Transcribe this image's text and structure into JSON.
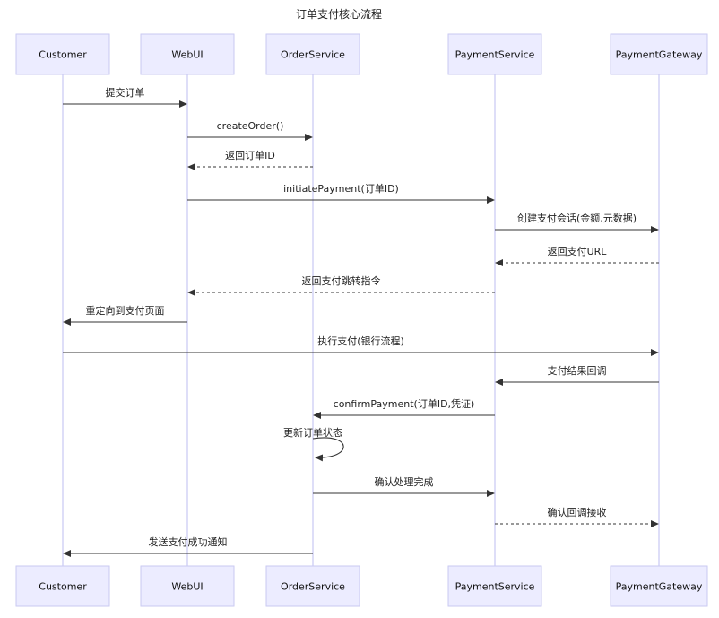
{
  "title": "订单支付核心流程",
  "participants": [
    {
      "id": "customer",
      "label": "Customer"
    },
    {
      "id": "webui",
      "label": "WebUI"
    },
    {
      "id": "order",
      "label": "OrderService"
    },
    {
      "id": "payment",
      "label": "PaymentService"
    },
    {
      "id": "gateway",
      "label": "PaymentGateway"
    }
  ],
  "messages": [
    {
      "from": "customer",
      "to": "webui",
      "label": "提交订单",
      "style": "solid"
    },
    {
      "from": "webui",
      "to": "order",
      "label": "createOrder()",
      "style": "solid"
    },
    {
      "from": "order",
      "to": "webui",
      "label": "返回订单ID",
      "style": "dashed"
    },
    {
      "from": "webui",
      "to": "payment",
      "label": "initiatePayment(订单ID)",
      "style": "solid"
    },
    {
      "from": "payment",
      "to": "gateway",
      "label": "创建支付会话(金额,元数据)",
      "style": "solid"
    },
    {
      "from": "gateway",
      "to": "payment",
      "label": "返回支付URL",
      "style": "dashed"
    },
    {
      "from": "payment",
      "to": "webui",
      "label": "返回支付跳转指令",
      "style": "dashed"
    },
    {
      "from": "webui",
      "to": "customer",
      "label": "重定向到支付页面",
      "style": "solid"
    },
    {
      "from": "customer",
      "to": "gateway",
      "label": "执行支付(银行流程)",
      "style": "solid"
    },
    {
      "from": "gateway",
      "to": "payment",
      "label": "支付结果回调",
      "style": "solid"
    },
    {
      "from": "payment",
      "to": "order",
      "label": "confirmPayment(订单ID,凭证)",
      "style": "solid"
    },
    {
      "from": "order",
      "to": "order",
      "label": "更新订单状态",
      "style": "solid"
    },
    {
      "from": "order",
      "to": "payment",
      "label": "确认处理完成",
      "style": "solid"
    },
    {
      "from": "payment",
      "to": "gateway",
      "label": "确认回调接收",
      "style": "dashed"
    },
    {
      "from": "order",
      "to": "customer",
      "label": "发送支付成功通知",
      "style": "solid"
    }
  ]
}
